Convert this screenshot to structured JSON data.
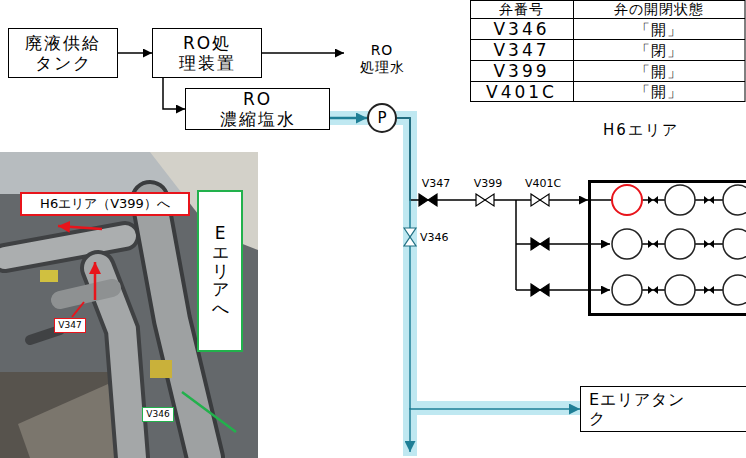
{
  "diagram": {
    "nodes": [
      {
        "text": [
          "廃液供給 タンク"
        ]
      },
      {
        "text": [
          "RO処 理装置"
        ]
      },
      {
        "text": [
          "RO 濃縮塩水"
        ]
      },
      {
        "text": [
          "P"
        ]
      },
      {
        "text": [
          "H6エリア"
        ]
      },
      {
        "text": [
          "Eエリアタン ク"
        ]
      },
      {
        "text": [
          "H6エリア（V399）へ"
        ]
      },
      {
        "text": [
          "V347"
        ]
      },
      {
        "text": [
          "Eエリアへ"
        ]
      },
      {
        "text": [
          "V346"
        ]
      }
    ],
    "edges": [
      {
        "from": 0,
        "to": 1,
        "arrow": "to"
      },
      {
        "from": 1,
        "to": 2,
        "arrow": "to"
      },
      {
        "from": 2,
        "to": 3,
        "arrow": "to"
      },
      {
        "from": 3,
        "to": 4,
        "arrow": "to"
      },
      {
        "from": 3,
        "to": 5,
        "arrow": "to"
      }
    ],
    "labels": [
      "RO 処理水",
      "弁番号",
      "弁の開閉状態",
      "V346",
      "「開」",
      "V347",
      "「閉」",
      "V399",
      "「開」",
      "V401C",
      "「開」",
      "V347",
      "V399",
      "V401C",
      "V346"
    ]
  }
}
